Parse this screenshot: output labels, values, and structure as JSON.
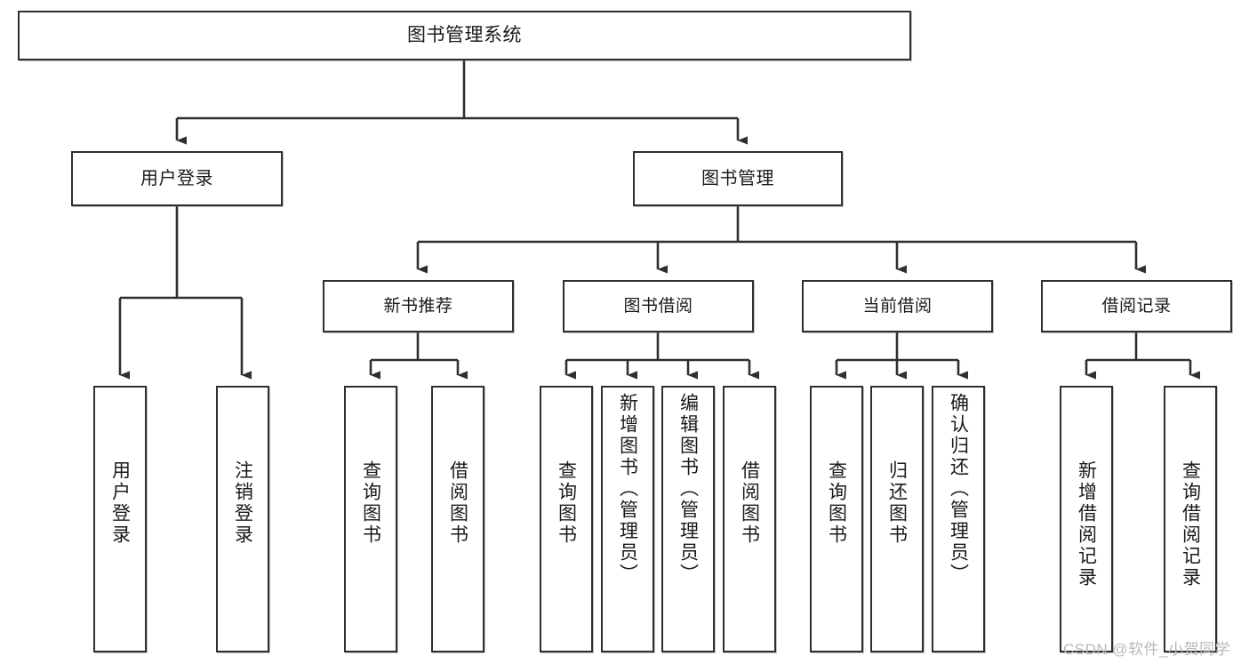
{
  "diagram": {
    "title": "图书管理系统",
    "type": "tree-hierarchy-diagram",
    "background_color": "#ffffff",
    "line_color": "#2f2f2f",
    "box_fill": "#ffffff"
  },
  "nodes": {
    "root": {
      "label": "图书管理系统"
    },
    "level2": [
      {
        "label": "用户登录"
      },
      {
        "label": "图书管理"
      }
    ],
    "level3": [
      {
        "label": "新书推荐"
      },
      {
        "label": "图书借阅"
      },
      {
        "label": "当前借阅"
      },
      {
        "label": "借阅记录"
      }
    ],
    "leaves": {
      "user_login": [
        {
          "label": "用户登录"
        },
        {
          "label": "注销登录"
        }
      ],
      "new_book_recommend": [
        {
          "label": "查询图书"
        },
        {
          "label": "借阅图书"
        }
      ],
      "book_borrow": [
        {
          "label": "查询图书"
        },
        {
          "label": "新增图书（管理员）"
        },
        {
          "label": "编辑图书（管理员）"
        },
        {
          "label": "借阅图书"
        }
      ],
      "current_borrow": [
        {
          "label": "查询图书"
        },
        {
          "label": "归还图书"
        },
        {
          "label": "确认归还（管理员）"
        }
      ],
      "borrow_record": [
        {
          "label": "新增借阅记录"
        },
        {
          "label": "查询借阅记录"
        }
      ]
    }
  },
  "watermark": {
    "text": "CSDN @软件_小贺同学"
  }
}
